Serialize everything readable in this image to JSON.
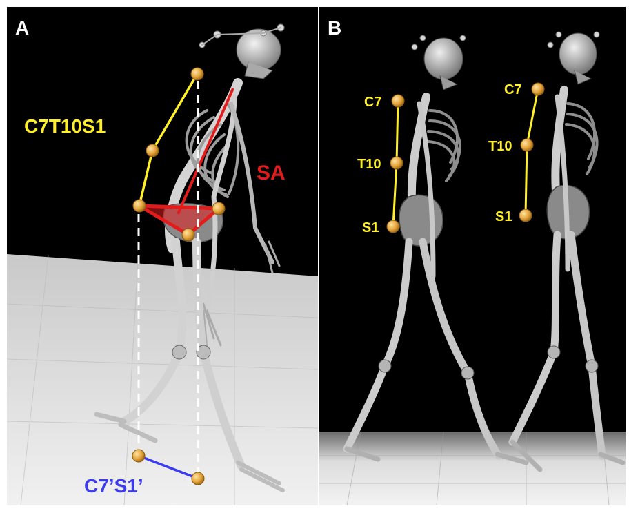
{
  "panel_a": {
    "letter": "A",
    "label_c7t10s1": "C7T10S1",
    "label_sa": "SA",
    "label_c7s1_proj": "C7’S1’"
  },
  "panel_b": {
    "letter": "B",
    "left_skeleton": {
      "c7": "C7",
      "t10": "T10",
      "s1": "S1"
    },
    "right_skeleton": {
      "c7": "C7",
      "t10": "T10",
      "s1": "S1"
    }
  },
  "colors": {
    "background_dark": "#000000",
    "floor_light": "#e4e4e4",
    "bone": "#bdbdbd",
    "marker": "#e3a33a",
    "spine_line": "#ffef29",
    "sa_red": "#e21c1c",
    "projection_blue": "#3a3af0",
    "label_blue": "#3b3bee"
  }
}
